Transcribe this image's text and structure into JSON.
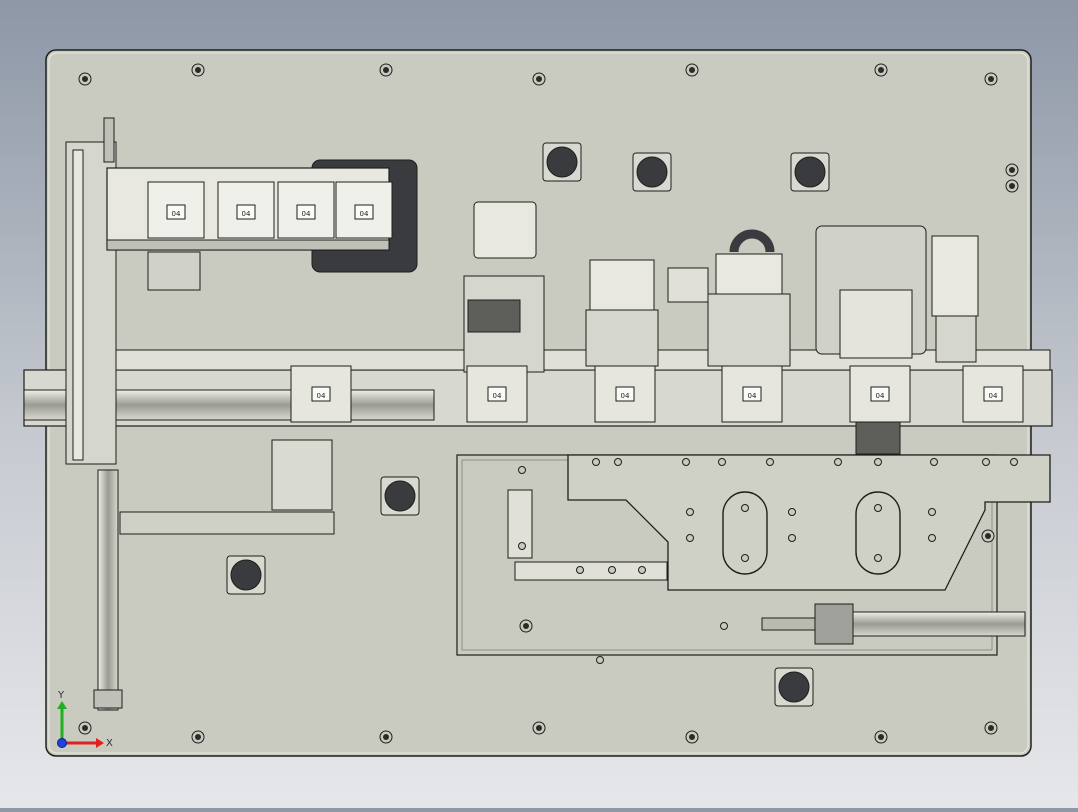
{
  "window": {
    "title": ""
  },
  "colors": {
    "background_top": "#8d97a6",
    "background_bottom": "#e6e7ea",
    "plate": "#c9cac0",
    "plate_dark": "#b9bab0",
    "part_light": "#e4e4dc",
    "part_mid": "#bfc0b7",
    "part_dark": "#5e5f5a",
    "edge": "#1e1f1c",
    "cutout": "#3a3b3e",
    "axis_x": "#e02020",
    "axis_y": "#20b020",
    "axis_z": "#2040e0"
  },
  "triad": {
    "x_label": "X",
    "y_label": "Y"
  },
  "fixtures": {
    "tray_marks": [
      "04",
      "04",
      "04",
      "04"
    ],
    "line_marks": [
      "04",
      "04",
      "04",
      "04",
      "04",
      "04"
    ]
  }
}
